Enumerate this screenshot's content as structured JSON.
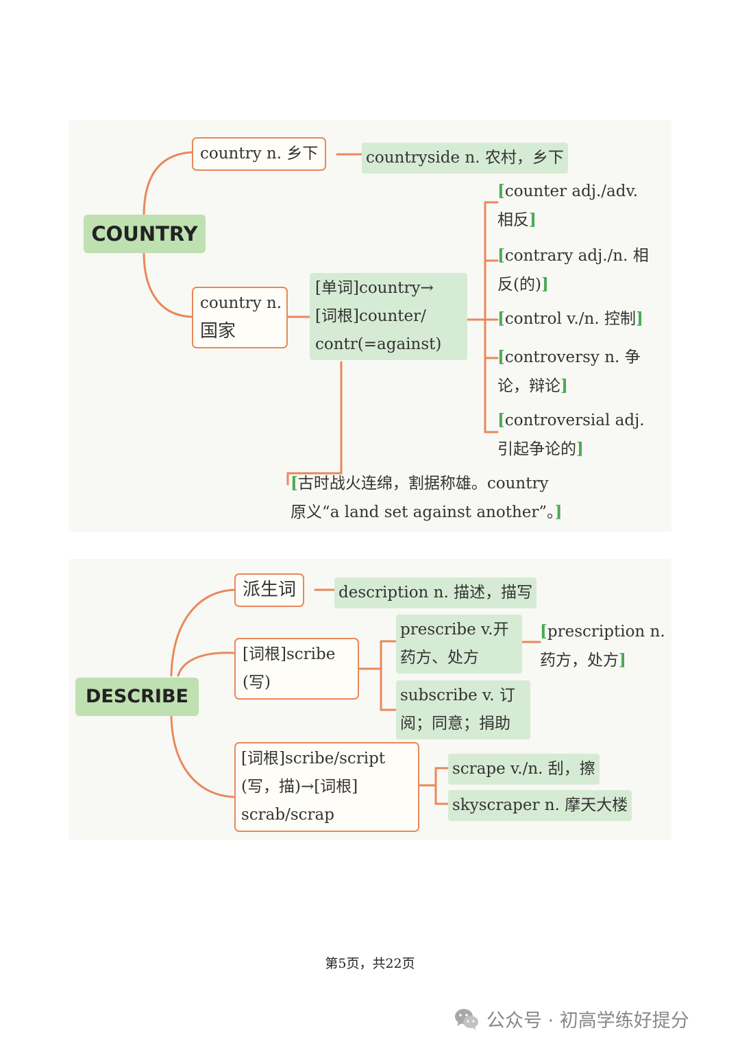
{
  "country": {
    "root": "COUNTRY",
    "meaning1": "country n. 乡下",
    "meaning1_derived": "countryside n. 农村，乡下",
    "meaning2_line1": "country n.",
    "meaning2_line2": "国家",
    "root_line1": "[单词]country→",
    "root_line2": "[词根]counter/",
    "root_line3": "contr(=against)",
    "derived": [
      {
        "line1": "counter  adj./adv.",
        "line2": "相反"
      },
      {
        "line1": "contrary adj./n. 相",
        "line2": "反(的)"
      },
      {
        "line1": "control v./n. 控制",
        "line2": ""
      },
      {
        "line1": "controversy n. 争",
        "line2": "论，辩论"
      },
      {
        "line1": "controversial  adj.",
        "line2": "引起争论的"
      }
    ],
    "note_line1": "古时战火连绵，割据称雄。country",
    "note_line2": "原义“a land set against another”。"
  },
  "describe": {
    "root": "DESCRIBE",
    "branch1": "派生词",
    "branch1_derived": "description n. 描述，描写",
    "branch2_line1": "[词根]scribe",
    "branch2_line2": "(写)",
    "prescribe_line1": "prescribe v.开",
    "prescribe_line2": "药方、处方",
    "prescription_line1": "prescription n.",
    "prescription_line2": "药方，处方",
    "subscribe_line1": "subscribe v. 订",
    "subscribe_line2": "阅；同意；捐助",
    "branch3_line1": "[词根]scribe/script",
    "branch3_line2": "(写，描)→[词根]",
    "branch3_line3": "scrab/scrap",
    "scrape": "scrape v./n. 刮，擦",
    "skyscraper": "skyscraper n. 摩天大楼"
  },
  "footer": "第5页，共22页",
  "watermark": "公众号 · 初高学练好提分",
  "colors": {
    "connector": "#e8885a",
    "green_fill": "#d6ebd3",
    "root_fill": "#bfe0b0",
    "bracket": "#4aaa55"
  }
}
